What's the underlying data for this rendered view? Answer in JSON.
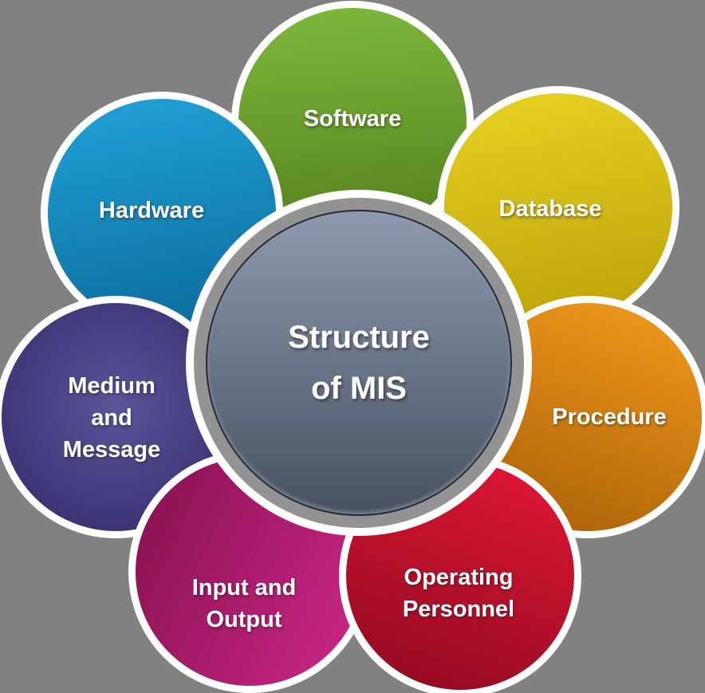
{
  "background_color": "#818181",
  "text_color": "#ffffff",
  "center": {
    "label_line1": "Structure",
    "label_line2": "of MIS",
    "colors": {
      "fill_from": "#8d9aaf",
      "fill_to": "#475160",
      "ring": "#939393",
      "outline": "#232b37",
      "border": "#ffffff"
    }
  },
  "petals": [
    {
      "id": "software",
      "label": "Software",
      "color_from": "#7eb83e",
      "color_to": "#54801b"
    },
    {
      "id": "database",
      "label": "Database",
      "color_from": "#e7d324",
      "color_to": "#bda008"
    },
    {
      "id": "procedure",
      "label": "Procedure",
      "color_from": "#f29b1d",
      "color_to": "#a85e07"
    },
    {
      "id": "operating-personnel",
      "label": "Operating Personnel",
      "color_from": "#e21737",
      "color_to": "#8e0a1e"
    },
    {
      "id": "input-output",
      "label": "Input and Output",
      "color_from": "#85104f",
      "color_to": "#ce2888"
    },
    {
      "id": "medium-message",
      "label": "Medium and Message",
      "color_from": "#5a5499",
      "color_to": "#3a3272"
    },
    {
      "id": "hardware",
      "label": "Hardware",
      "color_from": "#21a2d8",
      "color_to": "#0b6a9a"
    }
  ]
}
